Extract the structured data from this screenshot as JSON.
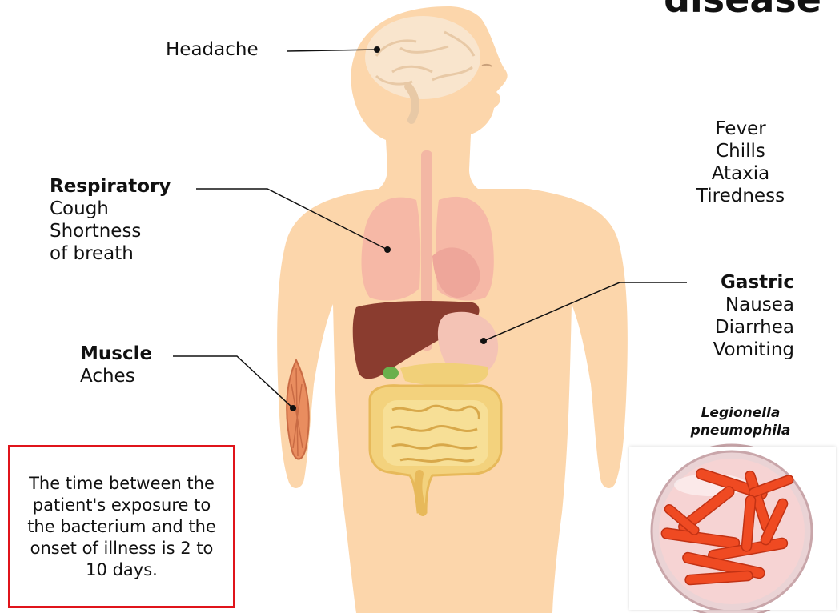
{
  "title_partial": "disease",
  "labels": {
    "headache": "Headache",
    "respiratory": {
      "heading": "Respiratory",
      "items": [
        "Cough",
        "Shortness",
        "of breath"
      ]
    },
    "muscle": {
      "heading": "Muscle",
      "items": [
        "Aches"
      ]
    },
    "general": {
      "items": [
        "Fever",
        "Chills",
        "Ataxia",
        "Tiredness"
      ]
    },
    "gastric": {
      "heading": "Gastric",
      "items": [
        "Nausea",
        "Diarrhea",
        "Vomiting"
      ]
    }
  },
  "incubation_note": "The time between the patient's exposure to the bacterium and the onset of illness is 2 to 10 days.",
  "bacteria": {
    "caption_line1": "Legionella",
    "caption_line2": "pneumophila"
  },
  "colors": {
    "skin": "#fcd6ab",
    "lung": "#f6b8a6",
    "liver": "#8a3c2f",
    "stomach": "#f4c3b5",
    "intestine": "#f1d079",
    "muscle": "#e98d5f",
    "bacteria": "#ef4a22",
    "dish": "#f6d3d3",
    "box_border": "#e0141b"
  }
}
